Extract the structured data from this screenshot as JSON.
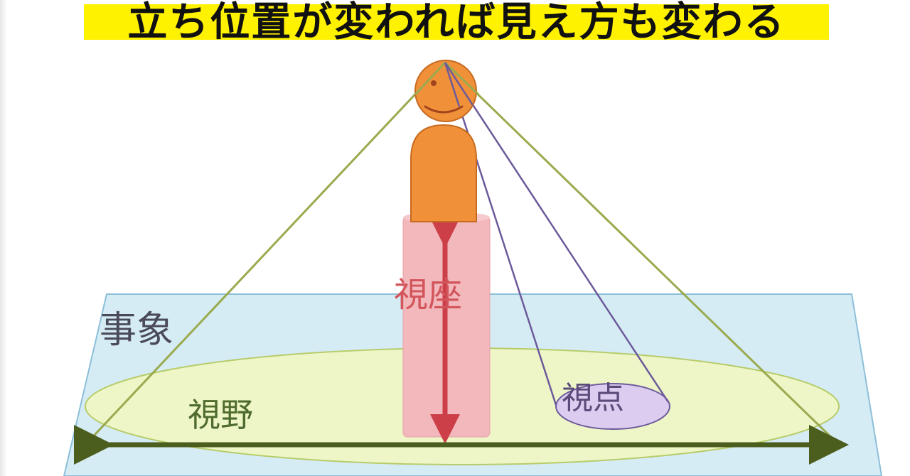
{
  "title": "立ち位置が変われば見え方も変わる",
  "labels": {
    "event": "事象",
    "field_of_view": "視野",
    "standpoint": "視座",
    "viewpoint": "視点"
  },
  "colors": {
    "title_highlight": "#fff200",
    "plane_fill": "#d6ecf5",
    "plane_stroke": "#8cbfd8",
    "field_fill": "#eef6c8",
    "field_stroke": "#b7cc6a",
    "field_arrow": "#4b5e1e",
    "cone_lines": "#9aaa4e",
    "figure": "#f0913a",
    "figure_stroke": "#c76a20",
    "pedestal": "#f2b8bc",
    "standpoint_arrow": "#cc3f49",
    "viewpoint_fill": "#dccdf0",
    "viewpoint_stroke": "#6c5a9a"
  }
}
